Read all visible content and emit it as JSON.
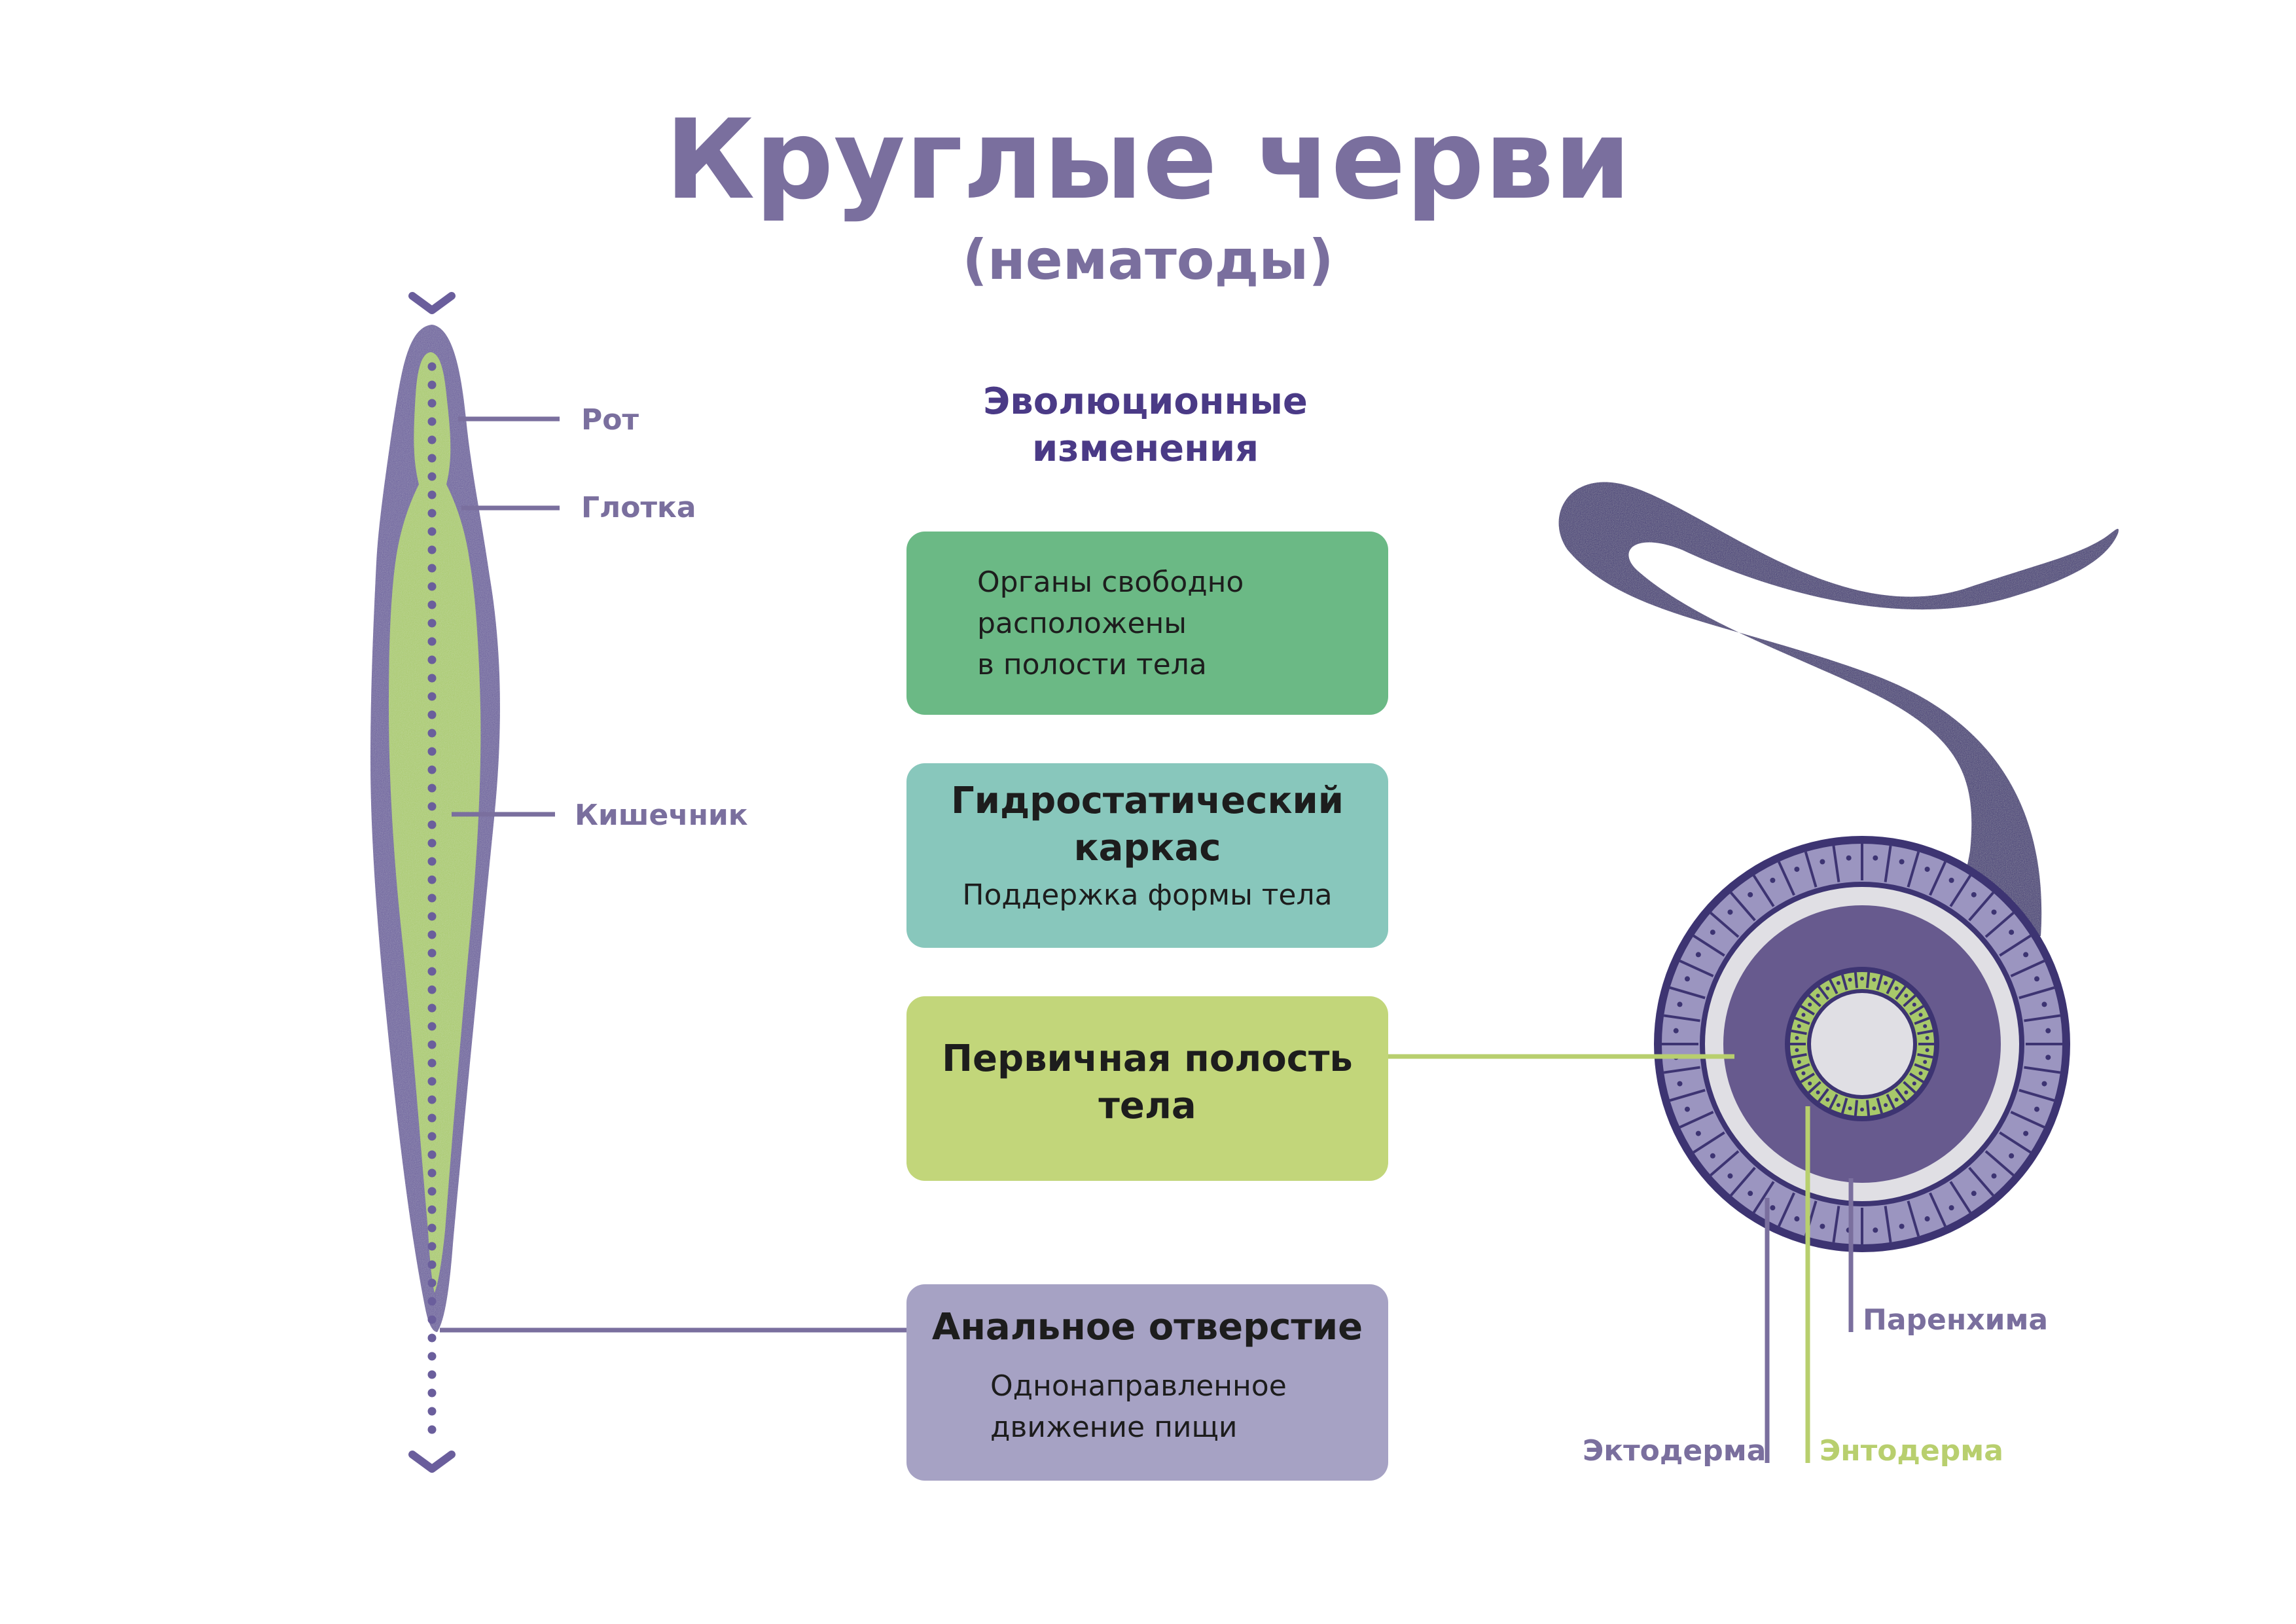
{
  "title": "Круглые черви",
  "subtitle": "(нематоды)",
  "evolution_title_line1": "Эволюционные",
  "evolution_title_line2": "изменения",
  "cards": [
    {
      "body_lines": [
        "Органы свободно",
        "расположены",
        "в полости тела"
      ],
      "color": "#6bb985"
    },
    {
      "heading_lines": [
        "Гидростатический",
        "каркас"
      ],
      "body": "Поддержка формы тела",
      "color": "#88c7bc"
    },
    {
      "heading_lines": [
        "Первичная полость",
        "тела"
      ],
      "color": "#c2d67a"
    },
    {
      "heading": "Анальное отверстие",
      "body_lines": [
        "Однонаправленное",
        "движение пищи"
      ],
      "color": "#a6a2c4"
    }
  ],
  "worm_labels": {
    "mouth": "Рот",
    "pharynx": "Глотка",
    "intestine": "Кишечник"
  },
  "section_labels": {
    "parenchyma": "Паренхима",
    "ectoderm": "Эктодерма",
    "endoderm": "Энтодерма"
  },
  "colors": {
    "title": "#7a6f9e",
    "heading": "#4a3a86",
    "worm_body": "#6a5e9c",
    "gut": "#a8c96a",
    "label_line": "#7a6f9e",
    "green_line": "#b8cf6e"
  }
}
